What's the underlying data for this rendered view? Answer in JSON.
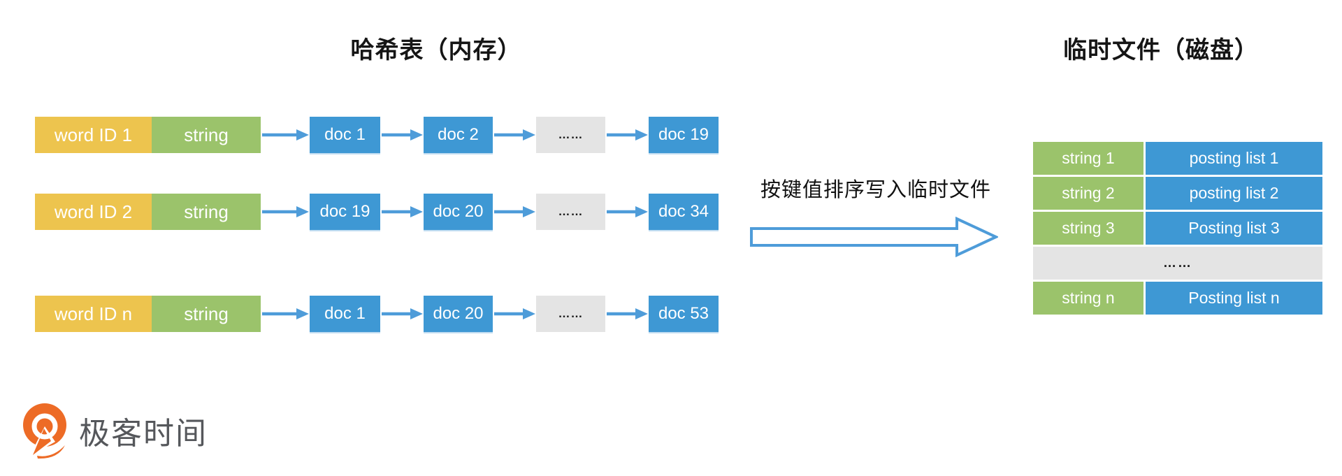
{
  "left": {
    "title": "哈希表（内存）",
    "rows": [
      {
        "word_id": "word ID 1",
        "string_label": "string",
        "doc_a": "doc 1",
        "doc_b": "doc 2",
        "dots": "……",
        "doc_last": "doc 19"
      },
      {
        "word_id": "word ID 2",
        "string_label": "string",
        "doc_a": "doc 19",
        "doc_b": "doc 20",
        "dots": "……",
        "doc_last": "doc 34"
      },
      {
        "word_id": "word ID n",
        "string_label": "string",
        "doc_a": "doc 1",
        "doc_b": "doc 20",
        "dots": "……",
        "doc_last": "doc 53"
      }
    ]
  },
  "middle": {
    "label": "按键值排序写入临时文件"
  },
  "right": {
    "title": "临时文件（磁盘）",
    "rows": [
      {
        "key": "string 1",
        "value": "posting list 1"
      },
      {
        "key": "string 2",
        "value": "posting list 2"
      },
      {
        "key": "string 3",
        "value": "Posting list 3"
      }
    ],
    "dots": "……",
    "last_row": {
      "key": "string n",
      "value": "Posting list n"
    }
  },
  "footer": {
    "logo_text": "极客时间"
  },
  "colors": {
    "word_id_yellow": "#EDC44E",
    "string_green": "#9BC36B",
    "doc_blue": "#3E98D4",
    "ellipsis_gray": "#E4E4E4",
    "arrow_blue": "#4E9CD9",
    "logo_orange": "#ED6B26",
    "logo_text_gray": "#55575B"
  }
}
